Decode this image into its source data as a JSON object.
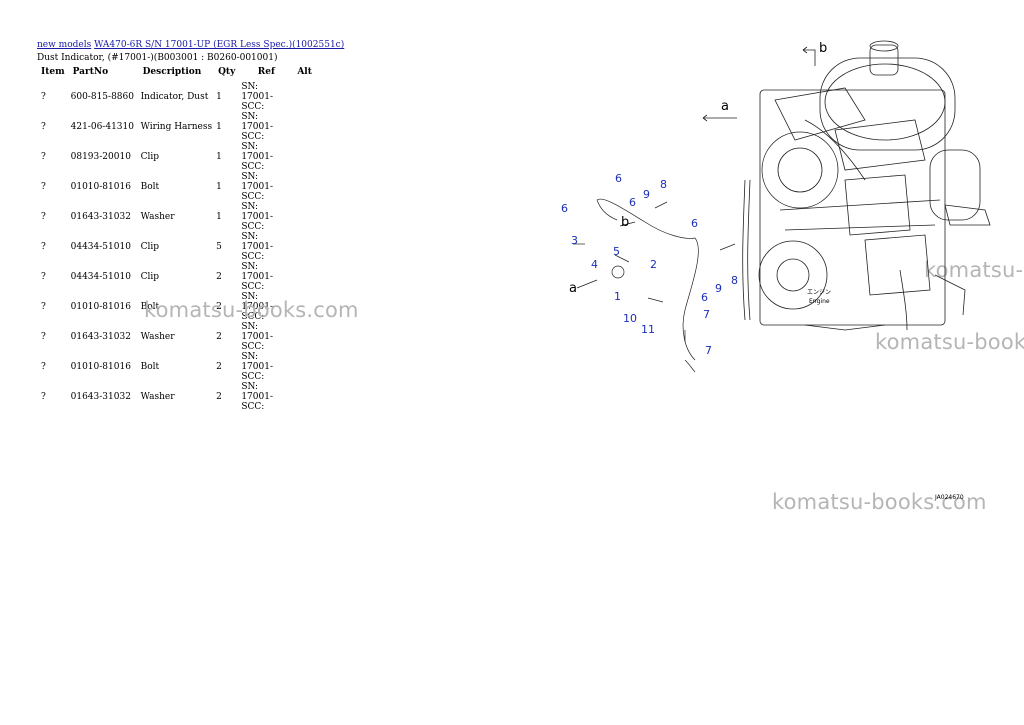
{
  "breadcrumb": {
    "link1": "new models",
    "link2": "WA470-6R S/N 17001-UP (EGR Less Spec.)(1002551c)"
  },
  "subtitle": "Dust Indicator, (#17001-)(B003001 : B0260-001001)",
  "table": {
    "headers": {
      "item": "Item",
      "partno": "PartNo",
      "description": "Description",
      "qty": "Qty",
      "ref": "Ref",
      "alt": "Alt"
    },
    "rows": [
      {
        "item": "?",
        "partno": "600-815-8860",
        "description": "Indicator, Dust",
        "qty": "1",
        "ref": "SN: 17001-SCC:"
      },
      {
        "item": "?",
        "partno": "421-06-41310",
        "description": "Wiring Harness",
        "qty": "1",
        "ref": "SN: 17001-SCC:"
      },
      {
        "item": "?",
        "partno": "08193-20010",
        "description": "Clip",
        "qty": "1",
        "ref": "SN: 17001-SCC:"
      },
      {
        "item": "?",
        "partno": "01010-81016",
        "description": "Bolt",
        "qty": "1",
        "ref": "SN: 17001-SCC:"
      },
      {
        "item": "?",
        "partno": "01643-31032",
        "description": "Washer",
        "qty": "1",
        "ref": "SN: 17001-SCC:"
      },
      {
        "item": "?",
        "partno": "04434-51010",
        "description": "Clip",
        "qty": "5",
        "ref": "SN: 17001-SCC:"
      },
      {
        "item": "?",
        "partno": "04434-51010",
        "description": "Clip",
        "qty": "2",
        "ref": "SN: 17001-SCC:"
      },
      {
        "item": "?",
        "partno": "01010-81016",
        "description": "Bolt",
        "qty": "2",
        "ref": "SN: 17001-SCC:"
      },
      {
        "item": "?",
        "partno": "01643-31032",
        "description": "Washer",
        "qty": "2",
        "ref": "SN: 17001-SCC:"
      },
      {
        "item": "?",
        "partno": "01010-81016",
        "description": "Bolt",
        "qty": "2",
        "ref": "SN: 17001-SCC:"
      },
      {
        "item": "?",
        "partno": "01643-31032",
        "description": "Washer",
        "qty": "2",
        "ref": "SN: 17001-SCC:"
      }
    ]
  },
  "watermark": "komatsu-books.com",
  "diagram": {
    "callouts": [
      "6",
      "6",
      "6",
      "9",
      "8",
      "6",
      "3",
      "5",
      "4",
      "2",
      "1",
      "a",
      "b",
      "8",
      "9",
      "6",
      "7",
      "10",
      "11",
      "7",
      "a",
      "b"
    ],
    "engine_label_jp": "エンジン",
    "engine_label": "Engine",
    "figure_code": "JA024670"
  }
}
